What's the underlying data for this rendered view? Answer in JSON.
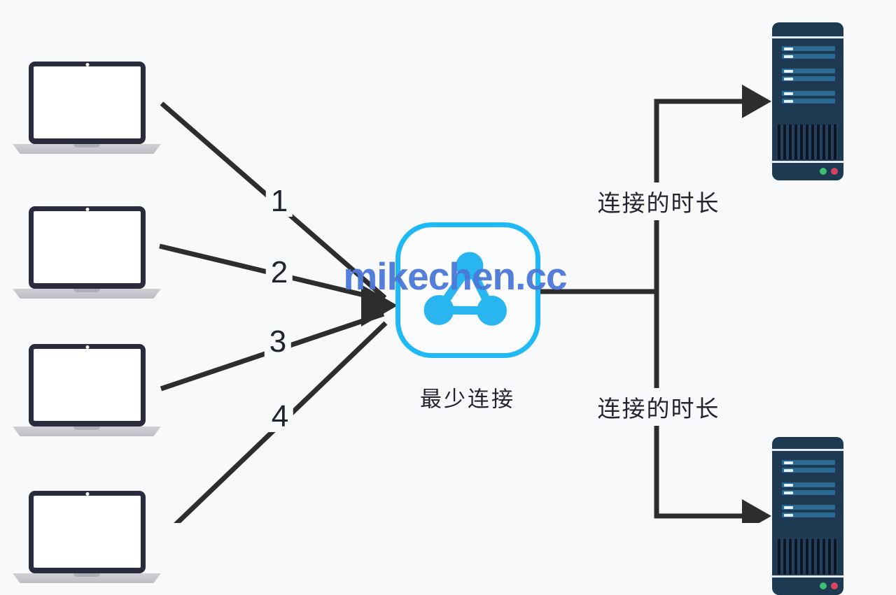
{
  "diagram": {
    "title_concept": "最少连接",
    "watermark": {
      "text": "mikechen.cc",
      "color": "#4b78d8"
    },
    "hub": {
      "label": "最少连接",
      "icon": "share-network-icon",
      "accent": "#1fb9f5",
      "icon_fill": "#29b6f0"
    },
    "clients": {
      "count": 4,
      "icon": "laptop"
    },
    "servers": {
      "count": 2,
      "icon": "server-tower"
    },
    "connections": {
      "numbers": [
        "1",
        "2",
        "3",
        "4"
      ],
      "duration_label_top": "连接的时长",
      "duration_label_bottom": "连接的时长"
    },
    "colors": {
      "background": "#f8f9fa",
      "line": "#2d2d30",
      "laptop_frame": "#2b2b3e",
      "laptop_base": "#c7c7cd",
      "server_body": "#1d3a52",
      "server_bar": "#2a6b94",
      "led_green": "#3ac06e",
      "led_red": "#d5455e",
      "text": "#24242f"
    }
  }
}
